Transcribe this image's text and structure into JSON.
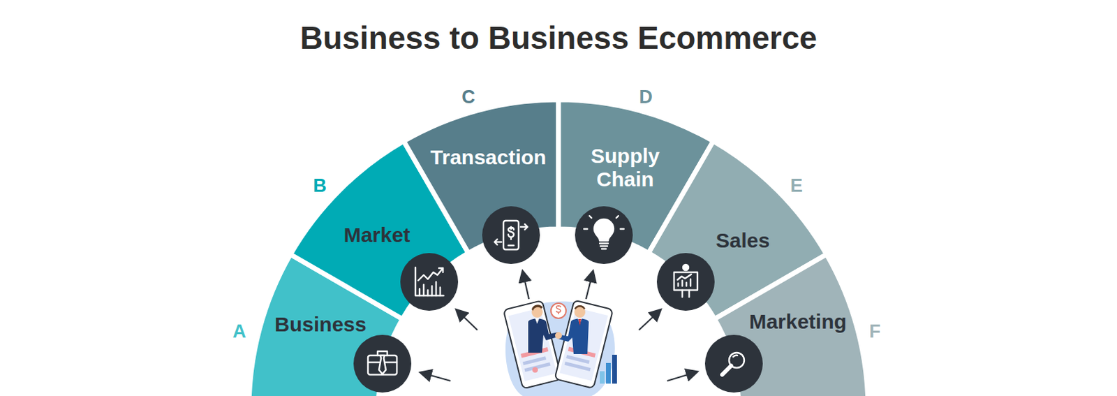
{
  "diagram": {
    "title": "Business to Business Ecommerce",
    "nodes": [
      {
        "text": [
          "Business"
        ]
      },
      {
        "text": [
          "Market"
        ]
      },
      {
        "text": [
          "Transaction"
        ]
      },
      {
        "text": [
          "Supply Chain"
        ]
      },
      {
        "text": [
          "Sales"
        ]
      },
      {
        "text": [
          "Marketing"
        ]
      }
    ],
    "labels": [
      "A",
      "B",
      "C",
      "D",
      "E",
      "F"
    ]
  }
}
